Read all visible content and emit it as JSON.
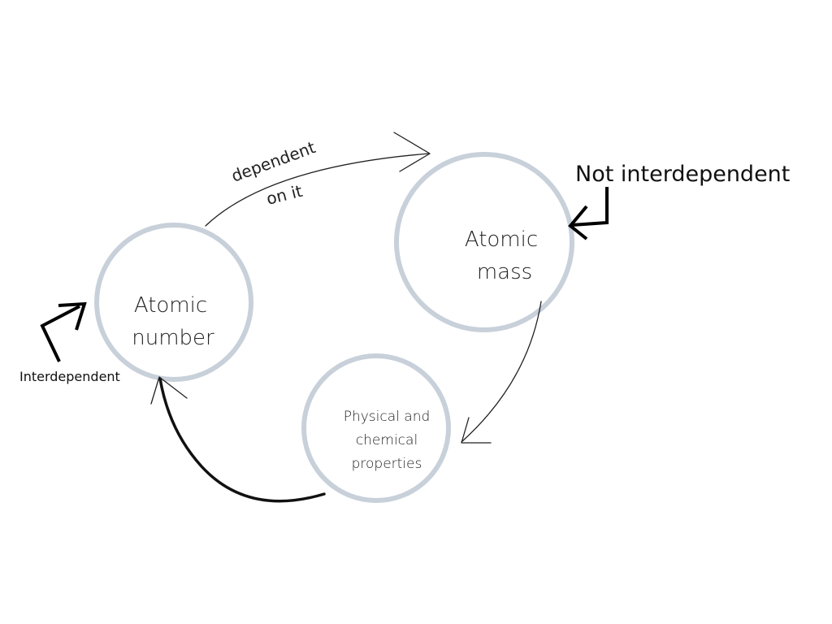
{
  "nodes": {
    "atomic_number": {
      "line1": "Atomic",
      "line2": "number"
    },
    "atomic_mass": {
      "line1": "Atomic",
      "line2": "mass"
    },
    "properties": {
      "line1": "Physical and",
      "line2": "chemical",
      "line3": "properties"
    }
  },
  "edges": {
    "number_to_mass": {
      "line1": "dependent",
      "line2": "on it"
    }
  },
  "notes": {
    "interdependent": "Interdependent",
    "not_interdependent": "Not interdependent"
  },
  "colors": {
    "ring": "#c8d0da",
    "ink": "#222222",
    "background": "#ffffff"
  }
}
